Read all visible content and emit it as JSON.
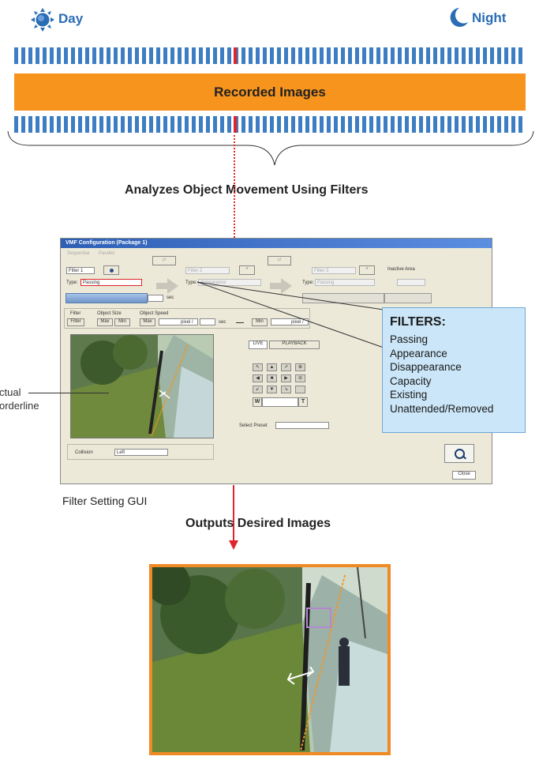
{
  "day_label": "Day",
  "night_label": "Night",
  "band_label": "Recorded Images",
  "caption_analyze": "Analyzes Object Movement Using Filters",
  "caption_output": "Outputs Desired Images",
  "gui_caption": "Filter Setting GUI",
  "side_label_line1": "ctual",
  "side_label_line2": "orderline",
  "colors": {
    "blue": "#3c7dc4",
    "orange": "#f7941d",
    "red": "#e0242b",
    "callout_bg": "#cbe6f8"
  },
  "window": {
    "title": "VMF Configuration (Package 1)",
    "radio_sequential": "Sequential",
    "radio_parallel": "Parallel",
    "filter1_name": "Filter 1",
    "filter2_name": "Filter 2",
    "filter3_name": "Filter 3",
    "type_label": "Type:",
    "type1": "Passing",
    "type2": "Appearance",
    "type3": "Passing",
    "inactive_area": "Inactive Area",
    "sec": "sec",
    "filter_hdr": "Filter",
    "object_size": "Object Size",
    "object_speed": "Object Speed",
    "filter_btn": "Filter",
    "max": "Max",
    "min": "Min",
    "pixel_per": "pixel /",
    "live": "LIVE",
    "playback": "PLAYBACK",
    "select_preset": "Select Preset",
    "collision": "Collision",
    "collision_value": "Left",
    "close": "Close",
    "w_key": "W",
    "t_key": "T"
  },
  "filters_callout": {
    "title": "FILTERS:",
    "items": [
      "Passing",
      "Appearance",
      "Disappearance",
      "Capacity",
      "Existing",
      "Unattended/Removed"
    ]
  },
  "icons": [
    "sun-icon",
    "moon-icon",
    "magnifier-icon",
    "gear-icon",
    "arrow-icon"
  ]
}
